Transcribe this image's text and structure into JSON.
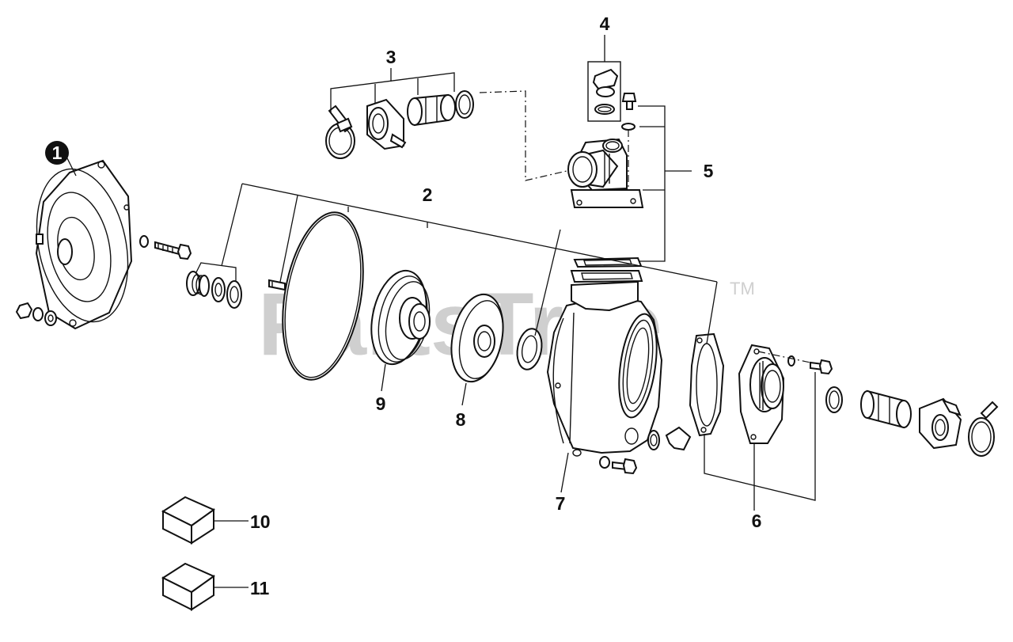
{
  "watermark": {
    "text": "PartsTree",
    "trademark": "TM"
  },
  "callouts": [
    {
      "id": "1",
      "label": "1",
      "style": "filled-circle"
    },
    {
      "id": "2",
      "label": "2"
    },
    {
      "id": "3",
      "label": "3"
    },
    {
      "id": "4",
      "label": "4"
    },
    {
      "id": "5",
      "label": "5"
    },
    {
      "id": "6",
      "label": "6"
    },
    {
      "id": "7",
      "label": "7"
    },
    {
      "id": "8",
      "label": "8"
    },
    {
      "id": "9",
      "label": "9"
    },
    {
      "id": "10",
      "label": "10"
    },
    {
      "id": "11",
      "label": "11"
    }
  ],
  "colors": {
    "line": "#111111",
    "watermark": "#cfcfcf",
    "background": "#ffffff"
  }
}
